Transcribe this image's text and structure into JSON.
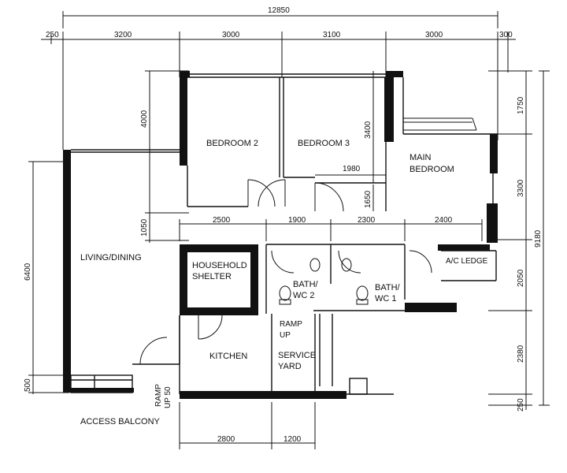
{
  "rooms": {
    "bedroom2": "BEDROOM 2",
    "bedroom3": "BEDROOM 3",
    "main_bedroom_1": "MAIN",
    "main_bedroom_2": "BEDROOM",
    "living_dining": "LIVING/DINING",
    "household_shelter_1": "HOUSEHOLD",
    "household_shelter_2": "SHELTER",
    "bath_wc2_1": "BATH/",
    "bath_wc2_2": "WC 2",
    "bath_wc1_1": "BATH/",
    "bath_wc1_2": "WC 1",
    "kitchen": "KITCHEN",
    "service_yard_1": "SERVICE",
    "service_yard_2": "YARD",
    "access_balcony": "ACCESS BALCONY",
    "ramp_up_1": "RAMP",
    "ramp_up_2": "UP",
    "ramp_up50_1": "RAMP",
    "ramp_up50_2": "UP 50",
    "ac_ledge": "A/C LEDGE"
  },
  "dimensions": {
    "overall_width": "12850",
    "top_250": "250",
    "top_3200": "3200",
    "top_3000a": "3000",
    "top_3100": "3100",
    "top_3000b": "3000",
    "top_300": "300",
    "left_4000": "4000",
    "left_1050": "1050",
    "left_6400": "6400",
    "left_500": "500",
    "inner_3400": "3400",
    "inner_1980": "1980",
    "inner_1650": "1650",
    "row_2500": "2500",
    "row_1900": "1900",
    "row_2300": "2300",
    "row_2400": "2400",
    "right_1750": "1750",
    "right_3300": "3300",
    "right_2050": "2050",
    "right_2380": "2380",
    "right_250": "250",
    "right_overall": "9180",
    "bottom_2800": "2800",
    "bottom_1200": "1200"
  }
}
